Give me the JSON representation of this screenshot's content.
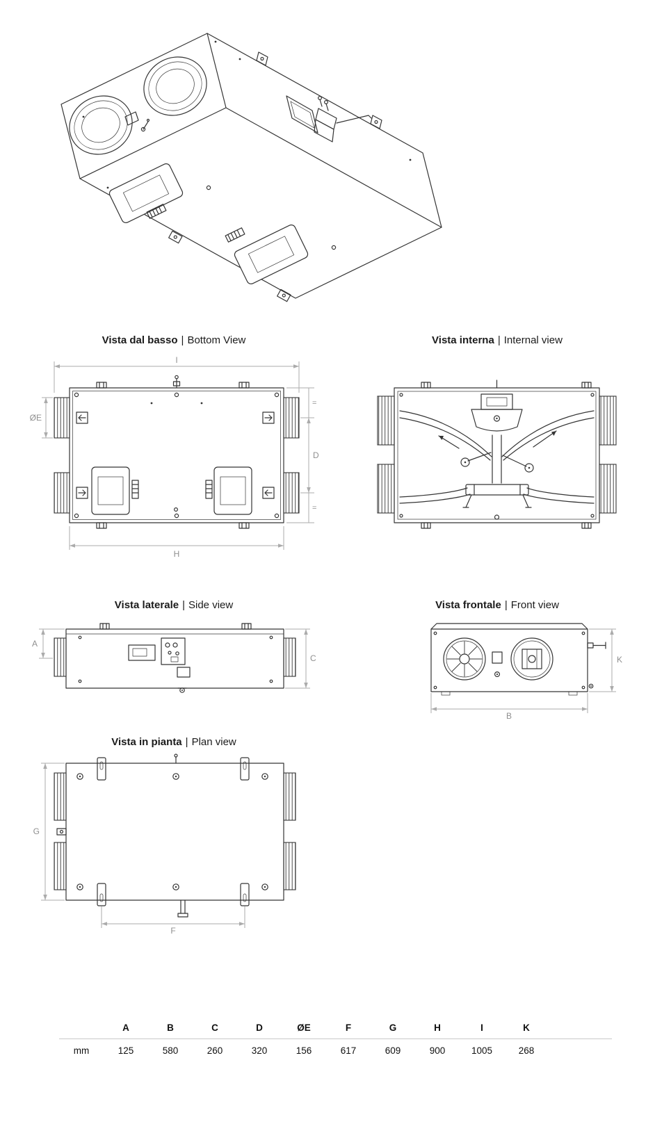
{
  "views": {
    "bottom": {
      "title": "Vista dal basso",
      "subtitle": "Bottom View"
    },
    "internal": {
      "title": "Vista interna",
      "subtitle": "Internal view"
    },
    "side": {
      "title": "Vista laterale",
      "subtitle": "Side view"
    },
    "front": {
      "title": "Vista frontale",
      "subtitle": "Front view"
    },
    "plan": {
      "title": "Vista in pianta",
      "subtitle": "Plan view"
    }
  },
  "separator": "|",
  "dims": {
    "A": "A",
    "B": "B",
    "C": "C",
    "D": "D",
    "OE": "ØE",
    "F": "F",
    "G": "G",
    "H": "H",
    "I": "I",
    "K": "K",
    "equal": "="
  },
  "table": {
    "unit_label": "mm",
    "columns": [
      "A",
      "B",
      "C",
      "D",
      "ØE",
      "F",
      "G",
      "H",
      "I",
      "K"
    ],
    "values": [
      "125",
      "580",
      "260",
      "320",
      "156",
      "617",
      "609",
      "900",
      "1005",
      "268"
    ]
  },
  "colors": {
    "line": "#343434",
    "dim": "#ababab",
    "text": "#1b1b1b"
  }
}
